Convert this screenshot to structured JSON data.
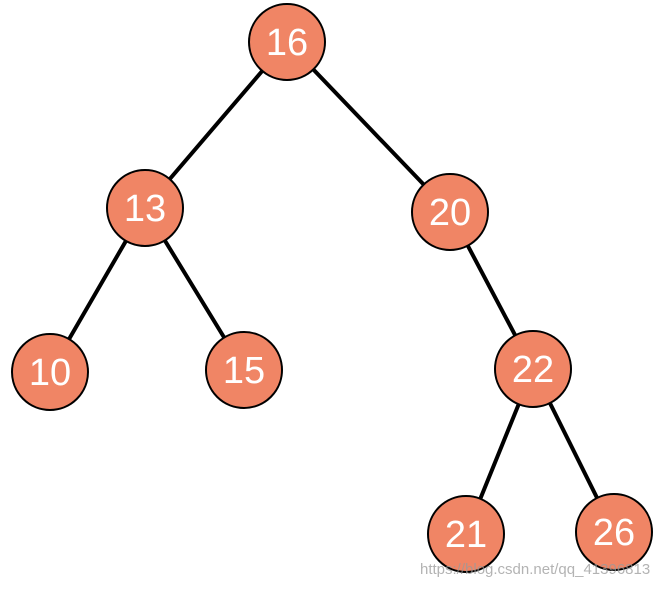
{
  "diagram": {
    "node_fill": "#f08565",
    "node_stroke": "#000000",
    "edge_color": "#000000",
    "label_color": "#ffffff",
    "nodes": [
      {
        "id": "n16",
        "label": "16"
      },
      {
        "id": "n13",
        "label": "13"
      },
      {
        "id": "n20",
        "label": "20"
      },
      {
        "id": "n10",
        "label": "10"
      },
      {
        "id": "n15",
        "label": "15"
      },
      {
        "id": "n22",
        "label": "22"
      },
      {
        "id": "n21",
        "label": "21"
      },
      {
        "id": "n26",
        "label": "26"
      }
    ],
    "edges": [
      {
        "from": "n16",
        "to": "n13"
      },
      {
        "from": "n16",
        "to": "n20"
      },
      {
        "from": "n13",
        "to": "n10"
      },
      {
        "from": "n13",
        "to": "n15"
      },
      {
        "from": "n20",
        "to": "n22"
      },
      {
        "from": "n22",
        "to": "n21"
      },
      {
        "from": "n22",
        "to": "n26"
      }
    ]
  },
  "watermark": "https://blog.csdn.net/qq_41396813"
}
